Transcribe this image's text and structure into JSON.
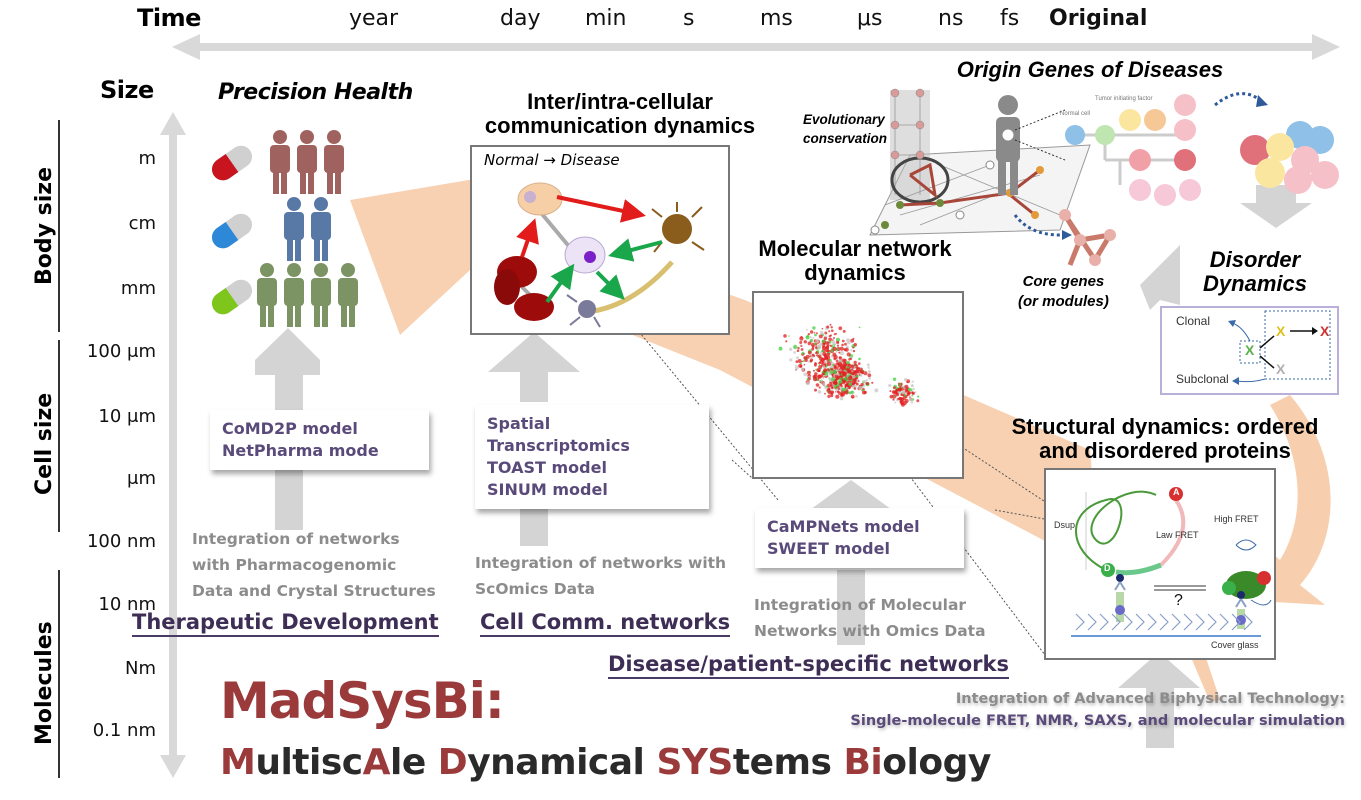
{
  "colors": {
    "axis_arrow": "#d9d9d9",
    "flow_arrow": "#f8cfae",
    "model_text": "#5a4a7a",
    "network_label": "#3e2e56",
    "integration_text": "#8c8c8c",
    "brand_red": "#9a3a3a",
    "brand_dark": "#2a2a2a"
  },
  "time_axis": {
    "title": "Time",
    "ticks": [
      "year",
      "day",
      "min",
      "s",
      "ms",
      "μs",
      "ns",
      "fs"
    ],
    "end_label": "Original",
    "direction": "bidirectional"
  },
  "size_axis": {
    "title": "Size",
    "groups": [
      {
        "label": "Body size",
        "ticks": [
          "m",
          "cm",
          "mm"
        ]
      },
      {
        "label": "Cell size",
        "ticks": [
          "100 μm",
          "10 μm",
          "μm",
          "100 nm"
        ]
      },
      {
        "label": "Molecules",
        "ticks": [
          "10 nm",
          "Nm",
          "0.1 nm"
        ]
      }
    ]
  },
  "sections": {
    "precision_health": {
      "title": "Precision Health",
      "pills": [
        {
          "color": "#c8141e",
          "people": 3,
          "people_color": "#a0625e"
        },
        {
          "color": "#2e88d8",
          "people": 2,
          "people_color": "#5878a6"
        },
        {
          "color": "#7ec61c",
          "people": 4,
          "people_color": "#7c9464"
        }
      ],
      "models": [
        "CoMD2P model",
        "NetPharma mode"
      ],
      "integration": [
        "Integration of networks",
        "with Pharmacogenomic",
        "Data and Crystal Structures"
      ],
      "network_label": "Therapeutic Development"
    },
    "cell_comm": {
      "title_line1": "Inter/intra-cellular",
      "title_line2": "communication dynamics",
      "panel_caption": "Normal → Disease",
      "models": [
        "Spatial Transcriptomics",
        "TOAST model",
        "SINUM model"
      ],
      "integration": [
        "Integration of networks with",
        "ScOmics Data"
      ],
      "network_label": "Cell Comm. networks"
    },
    "molecular_network": {
      "title_line1": "Molecular network",
      "title_line2": "dynamics",
      "models": [
        "CaMPNets model",
        "SWEET model"
      ],
      "integration": [
        "Integration of Molecular",
        "Networks with Omics Data"
      ],
      "network_label": "Disease/patient-specific networks"
    },
    "origin_genes": {
      "title": "Origin Genes of Diseases",
      "evolutionary_label_line1": "Evolutionary",
      "evolutionary_label_line2": "conservation",
      "core_genes_line1": "Core genes",
      "core_genes_line2": "(or modules)",
      "cell_labels": [
        "Normal cell",
        "Tumor initiating factor"
      ]
    },
    "disorder_dynamics": {
      "title_line1": "Disorder",
      "title_line2": "Dynamics",
      "clonal": "Clonal",
      "subclonal": "Subclonal",
      "marker": "X"
    },
    "structural": {
      "title_line1": "Structural dynamics: ordered",
      "title_line2": "and disordered proteins",
      "labels": {
        "dsup": "Dsup",
        "low_fret": "Law FRET",
        "high_fret": "High FRET",
        "question": "?",
        "cover_glass": "Cover glass",
        "donor": "D",
        "acceptor": "A"
      },
      "integration_line1": "Integration of Advanced Biphysical Technology:",
      "integration_line2": "Single-molecule FRET, NMR, SAXS, and molecular simulation"
    }
  },
  "brand": {
    "acronym": "MadSysBi:",
    "full_name_parts": [
      {
        "text": "M",
        "hl": true
      },
      {
        "text": "ultisc",
        "hl": false
      },
      {
        "text": "A",
        "hl": true
      },
      {
        "text": "le ",
        "hl": false
      },
      {
        "text": "D",
        "hl": true
      },
      {
        "text": "ynamical ",
        "hl": false
      },
      {
        "text": "SYS",
        "hl": true
      },
      {
        "text": "tems ",
        "hl": false
      },
      {
        "text": "Bi",
        "hl": true
      },
      {
        "text": "ology",
        "hl": false
      }
    ]
  }
}
